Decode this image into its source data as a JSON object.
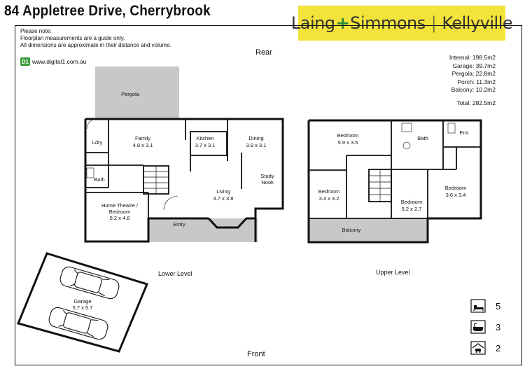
{
  "header": {
    "address": "84 Appletree Drive, Cherrybrook"
  },
  "brand": {
    "name_left": "Laing",
    "name_right": "Simmons",
    "location": "Kellyville",
    "accent_color": "#f3e33a"
  },
  "notes": [
    "Please note:",
    "Floorplan measurements are a guide only.",
    "All dimensions are approximate in their distance and volume."
  ],
  "website": {
    "badge": "D1",
    "url": "www.digital1.com.au"
  },
  "areas": {
    "internal": "Internal: 198.5m2",
    "garage": "Garage: 39.7m2",
    "pergola": "Pergola: 22.8m2",
    "porch": "Porch: 11.3m2",
    "balcony": "Balcony: 10.2m2",
    "total": "Total: 282.5m2"
  },
  "orientation": {
    "rear": "Rear",
    "front": "Front"
  },
  "levels": {
    "lower": "Lower Level",
    "upper": "Upper Level"
  },
  "rooms": {
    "pergola": {
      "name": "Pergola"
    },
    "laundry": {
      "name": "Ldry"
    },
    "family": {
      "name": "Family",
      "dims": "4.8 x 3.1"
    },
    "kitchen": {
      "name": "Kitchen",
      "dims": "3.7 x 3.1"
    },
    "dining": {
      "name": "Dining",
      "dims": "3.9 x 3.1"
    },
    "bath_lower": {
      "name": "Bath"
    },
    "study": {
      "name": "Study",
      "name2": "Nook"
    },
    "living": {
      "name": "Living",
      "dims": "4.7 x 3.8"
    },
    "home_theatre": {
      "name": "Home Theatre /",
      "name2": "Bedroom",
      "dims": "5.2 x 4.8"
    },
    "entry": {
      "name": "Entry"
    },
    "garage": {
      "name": "Garage",
      "dims": "5.7 x 5.7"
    },
    "bed1": {
      "name": "Bedroom",
      "dims": "5.9 x 3.5"
    },
    "bath_upper": {
      "name": "Bath"
    },
    "ens": {
      "name": "Ens"
    },
    "bed2": {
      "name": "Bedroom",
      "dims": "3.4 x 3.2"
    },
    "bed3": {
      "name": "Bedroom",
      "dims": "5.2 x 2.7"
    },
    "bed4": {
      "name": "Bedroom",
      "dims": "3.6 x 3.4"
    },
    "balcony": {
      "name": "Balcony"
    }
  },
  "features": [
    {
      "icon": "bed-icon",
      "count": "5"
    },
    {
      "icon": "bath-icon",
      "count": "3"
    },
    {
      "icon": "garage-icon",
      "count": "2"
    }
  ]
}
